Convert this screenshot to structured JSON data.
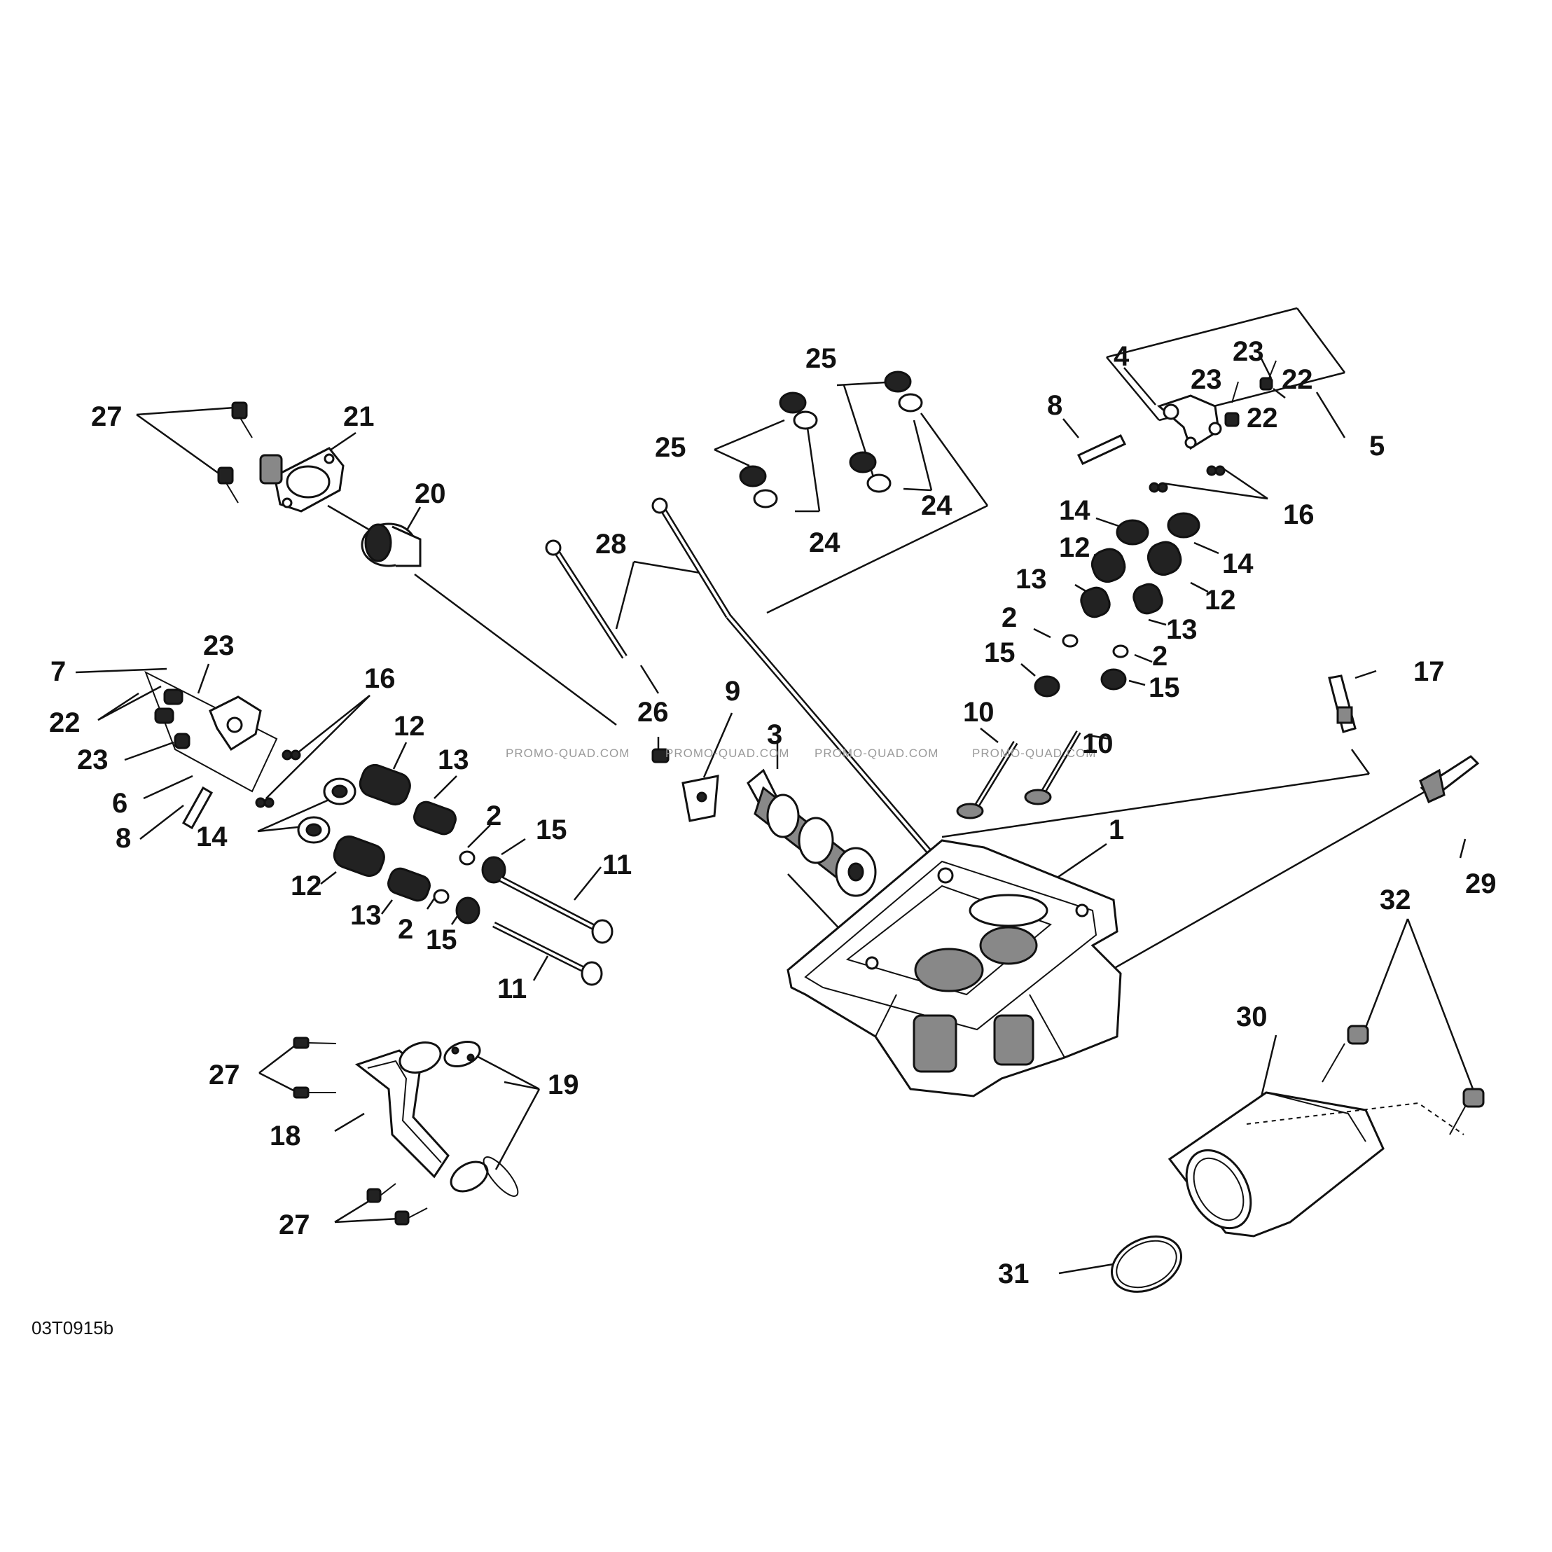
{
  "figure_code": "03T0915b",
  "watermarks": [
    "PROMO-QUAD.COM",
    "PROMO-QUAD.COM",
    "PROMO-QUAD.COM",
    "PROMO-QUAD.COM"
  ],
  "callouts": {
    "c1": "1",
    "c2a": "2",
    "c2b": "2",
    "c2c": "2",
    "c2d": "2",
    "c3": "3",
    "c4": "4",
    "c5": "5",
    "c6": "6",
    "c7": "7",
    "c8a": "8",
    "c8b": "8",
    "c9": "9",
    "c10a": "10",
    "c10b": "10",
    "c11a": "11",
    "c11b": "11",
    "c12a": "12",
    "c12b": "12",
    "c12c": "12",
    "c12d": "12",
    "c13a": "13",
    "c13b": "13",
    "c13c": "13",
    "c13d": "13",
    "c14a": "14",
    "c14b": "14",
    "c14c": "14",
    "c15a": "15",
    "c15b": "15",
    "c15c": "15",
    "c15d": "15",
    "c16a": "16",
    "c16b": "16",
    "c17": "17",
    "c18": "18",
    "c19": "19",
    "c20": "20",
    "c21": "21",
    "c22a": "22",
    "c22b": "22",
    "c22c": "22",
    "c23a": "23",
    "c23b": "23",
    "c23c": "23",
    "c23d": "23",
    "c24a": "24",
    "c24b": "24",
    "c25a": "25",
    "c25b": "25",
    "c26": "26",
    "c27a": "27",
    "c27b": "27",
    "c27c": "27",
    "c28": "28",
    "c29": "29",
    "c30": "30",
    "c31": "31",
    "c32": "32"
  }
}
